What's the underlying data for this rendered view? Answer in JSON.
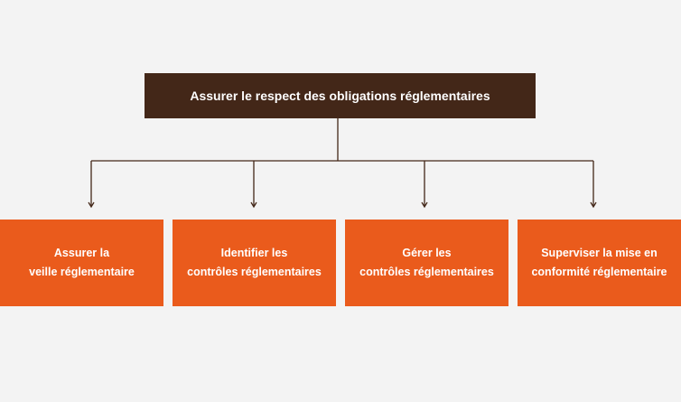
{
  "diagram": {
    "root": {
      "label": "Assurer le respect des obligations réglementaires"
    },
    "children": [
      {
        "line1": "Assurer la",
        "line2": "veille réglementaire"
      },
      {
        "line1": "Identifier les",
        "line2": "contrôles réglementaires"
      },
      {
        "line1": "Gérer les",
        "line2": "contrôles réglementaires"
      },
      {
        "line1": "Superviser la mise en",
        "line2": "conformité réglementaire"
      }
    ]
  },
  "colors": {
    "background": "#f3f3f3",
    "root_box": "#432718",
    "child_box": "#ea5b1c",
    "connector": "#432718",
    "text": "#ffffff"
  }
}
